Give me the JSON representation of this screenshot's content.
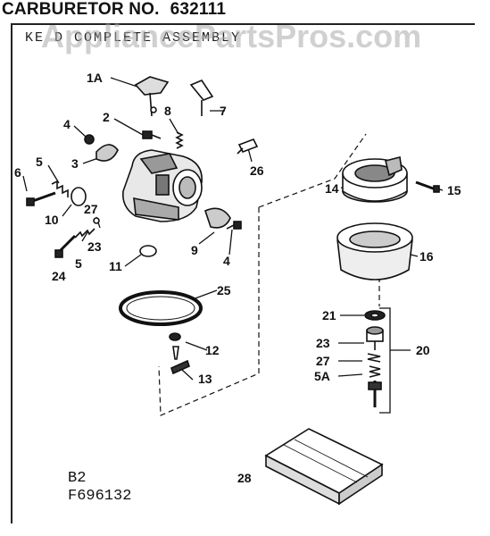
{
  "header": {
    "title": "CARBURETOR NO.",
    "number": "632111",
    "subtitle": "KE  D COMPLETE ASSEMBLY",
    "watermark": "AppliancePartsPros.com"
  },
  "footer": {
    "code1": "B2",
    "code2": "F696132"
  },
  "callouts": {
    "c1A": "1A",
    "c2": "2",
    "c3": "3",
    "c4a": "4",
    "c4b": "4",
    "c5a": "5",
    "c5b": "5",
    "c5A": "5A",
    "c6": "6",
    "c7": "7",
    "c8": "8",
    "c9": "9",
    "c10": "10",
    "c11": "11",
    "c12": "12",
    "c13": "13",
    "c14": "14",
    "c15": "15",
    "c16": "16",
    "c20": "20",
    "c21": "21",
    "c23a": "23",
    "c23b": "23",
    "c24": "24",
    "c25": "25",
    "c26": "26",
    "c27a": "27",
    "c27b": "27",
    "c28": "28"
  },
  "colors": {
    "ink": "#111111",
    "paper": "#ffffff",
    "watermark": "#aaaaaa"
  }
}
